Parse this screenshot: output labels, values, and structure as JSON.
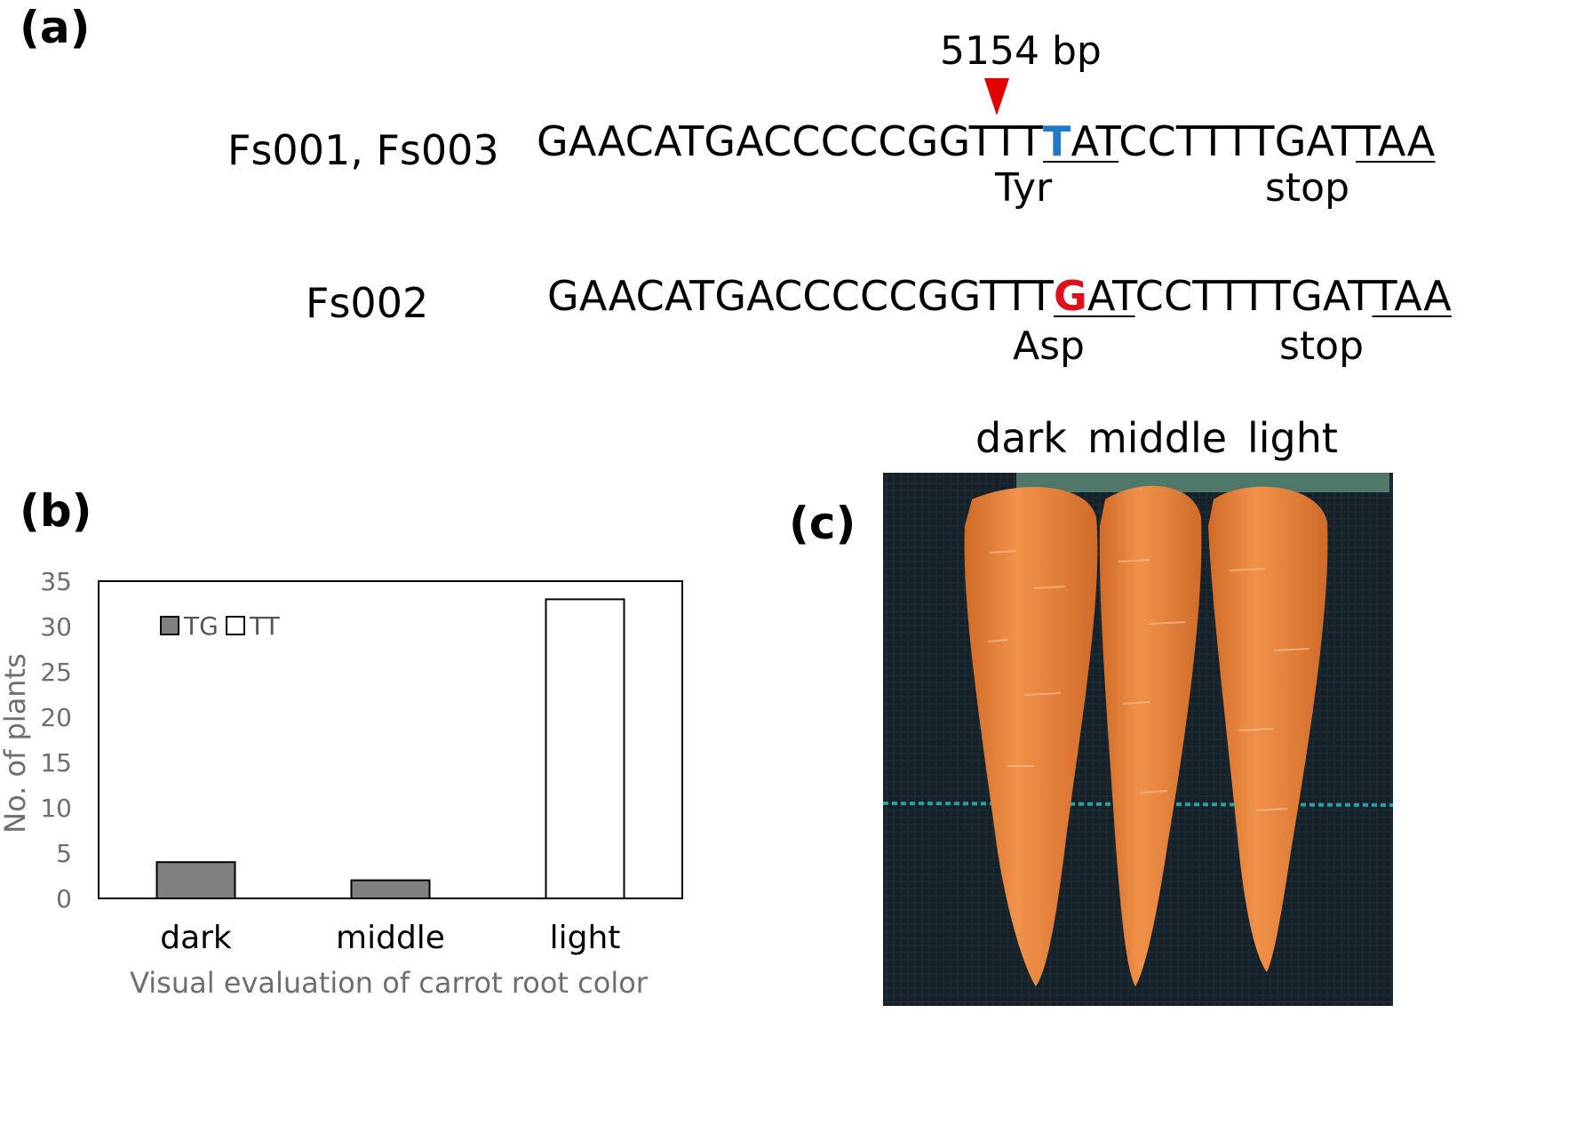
{
  "panel_a": {
    "label": "(a)",
    "position_label": "5154 bp",
    "rows": [
      {
        "name": "Fs001, Fs003",
        "seq_pre": "GAACATGACCCCCGGTTT",
        "mutation": "T",
        "codon_rest": "AT",
        "seq_mid": "CCTTTTGAT",
        "stop_codon": "TAA",
        "amino_acid": "Tyr",
        "stop_label": "stop"
      },
      {
        "name": "Fs002",
        "seq_pre": "GAACATGACCCCCGGTTT",
        "mutation": "G",
        "codon_rest": "AT",
        "seq_mid": "CCTTTTGAT",
        "stop_codon": "TAA",
        "amino_acid": "Asp",
        "stop_label": "stop"
      }
    ],
    "colors": {
      "tyr_base": "#1f78c8",
      "asp_base": "#e0101a",
      "marker": "#e00000"
    }
  },
  "panel_b": {
    "label": "(b)",
    "chart_data": {
      "type": "bar",
      "categories": [
        "dark",
        "middle",
        "light"
      ],
      "series": [
        {
          "name": "TG",
          "values": [
            4,
            2,
            0
          ],
          "color": "#808080"
        },
        {
          "name": "TT",
          "values": [
            0,
            0,
            33
          ],
          "color": "#ffffff"
        }
      ],
      "xlabel": "Visual evaluation of carrot root color",
      "ylabel": "No. of plants",
      "ylim": [
        0,
        35
      ],
      "yticks": [
        0,
        5,
        10,
        15,
        20,
        25,
        30,
        35
      ],
      "legend": "top-left, inside plot",
      "grid": false
    }
  },
  "panel_c": {
    "label": "(c)",
    "column_labels": [
      "dark",
      "middle",
      "light"
    ],
    "colors": {
      "background": "#152028",
      "carrot_dark": "#e8813c",
      "carrot_middle": "#ef8e44",
      "carrot_light": "#f0944a"
    }
  }
}
